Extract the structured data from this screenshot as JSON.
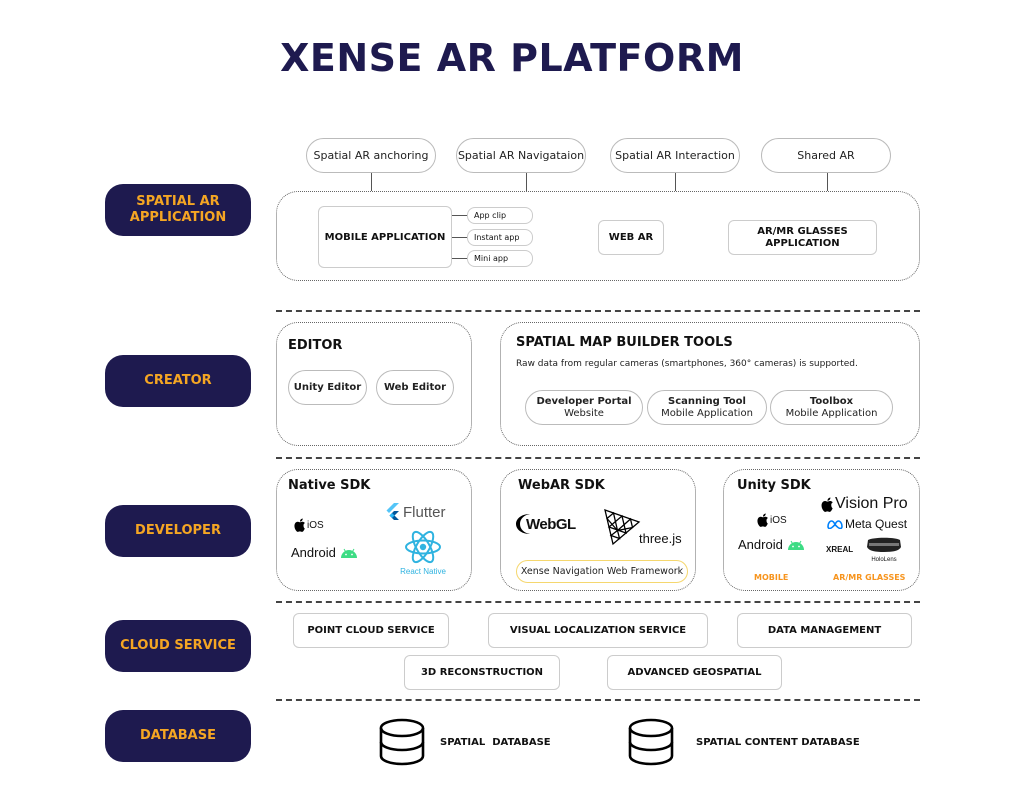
{
  "title": "XENSE AR PLATFORM",
  "colors": {
    "navy": "#1e1a4f",
    "orange": "#f5a623",
    "label_orange": "#f7941d",
    "react_blue": "#2fb3e0",
    "android_green": "#3ddc84",
    "flutter_blue": "#54c5f8",
    "framework_border": "#f5d76e"
  },
  "layers": [
    {
      "label": "SPATIAL AR APPLICATION"
    },
    {
      "label": "CREATOR"
    },
    {
      "label": "DEVELOPER"
    },
    {
      "label": "CLOUD SERVICE"
    },
    {
      "label": "DATABASE"
    }
  ],
  "application": {
    "features": [
      "Spatial AR anchoring",
      "Spatial AR Navigataion",
      "Spatial AR Interaction",
      "Shared AR"
    ],
    "mobile_app": "MOBILE APPLICATION",
    "mobile_types": [
      "App clip",
      "Instant app",
      "Mini app"
    ],
    "web_ar": "WEB AR",
    "glasses_app": "AR/MR GLASSES APPLICATION"
  },
  "creator": {
    "editor_title": "EDITOR",
    "editors": [
      "Unity Editor",
      "Web Editor"
    ],
    "map_title": "SPATIAL MAP BUILDER TOOLS",
    "map_desc": "Raw data from regular cameras (smartphones, 360° cameras) is supported.",
    "tools": [
      {
        "name": "Developer Portal",
        "type": "Website"
      },
      {
        "name": "Scanning Tool",
        "type": "Mobile Application"
      },
      {
        "name": "Toolbox",
        "type": "Mobile Application"
      }
    ]
  },
  "developer": {
    "native_title": "Native SDK",
    "native_logos": {
      "ios": "iOS",
      "android": "Android",
      "flutter": "Flutter",
      "react": "React Native"
    },
    "webar_title": "WebAR SDK",
    "webar_logos": {
      "webgl": "WebGL",
      "threejs": "three.js"
    },
    "framework": "Xense Navigation Web Framework",
    "unity_title": "Unity SDK",
    "unity_logos": {
      "ios": "iOS",
      "android": "Android",
      "vision_pro": "Vision Pro",
      "meta_quest": "Meta Quest",
      "xreal": "XREAL",
      "hololens": "HoloLens"
    },
    "mobile_caption": "MOBILE",
    "glasses_caption": "AR/MR GLASSES"
  },
  "cloud": {
    "services": [
      "POINT CLOUD SERVICE",
      "VISUAL LOCALIZATION SERVICE",
      "DATA MANAGEMENT",
      "3D RECONSTRUCTION",
      "ADVANCED GEOSPATIAL"
    ]
  },
  "database": {
    "items": [
      "SPATIAL  DATABASE",
      "SPATIAL CONTENT DATABASE"
    ]
  }
}
